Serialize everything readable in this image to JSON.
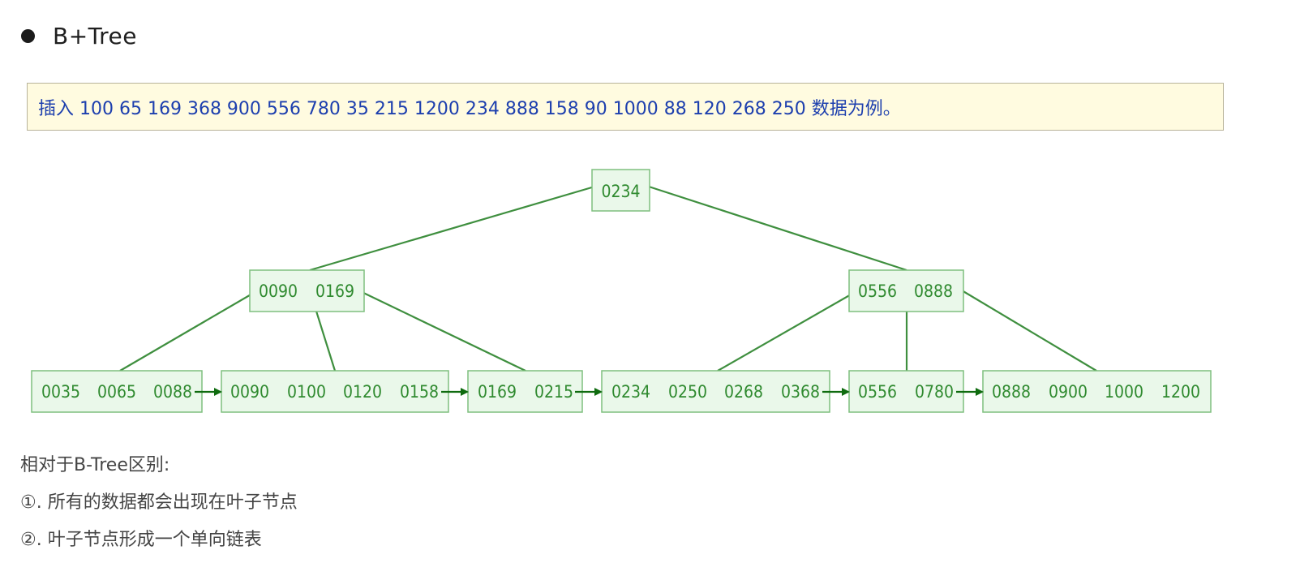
{
  "heading": {
    "bullet_text": "B+Tree"
  },
  "note": {
    "text": "插入 100 65 169 368 900 556 780 35 215 1200 234 888 158 90 1000 88 120 268 250 数据为例。"
  },
  "tree": {
    "root": [
      "0234"
    ],
    "internal": [
      [
        "0090",
        "0169"
      ],
      [
        "0556",
        "0888"
      ]
    ],
    "leaves": [
      [
        "0035",
        "0065",
        "0088"
      ],
      [
        "0090",
        "0100",
        "0120",
        "0158"
      ],
      [
        "0169",
        "0215"
      ],
      [
        "0234",
        "0250",
        "0268",
        "0368"
      ],
      [
        "0556",
        "0780"
      ],
      [
        "0888",
        "0900",
        "1000",
        "1200"
      ]
    ]
  },
  "notes": {
    "title": "相对于B-Tree区别:",
    "item1": "①. 所有的数据都会出现在叶子节点",
    "item2": "②. 叶子节点形成一个单向链表"
  },
  "colors": {
    "node_fill": "#eaf8ea",
    "node_border": "#7fbf7f",
    "edge": "#3f8f3f",
    "arrow": "#0f6b0f",
    "text": "#2f8a2f"
  }
}
